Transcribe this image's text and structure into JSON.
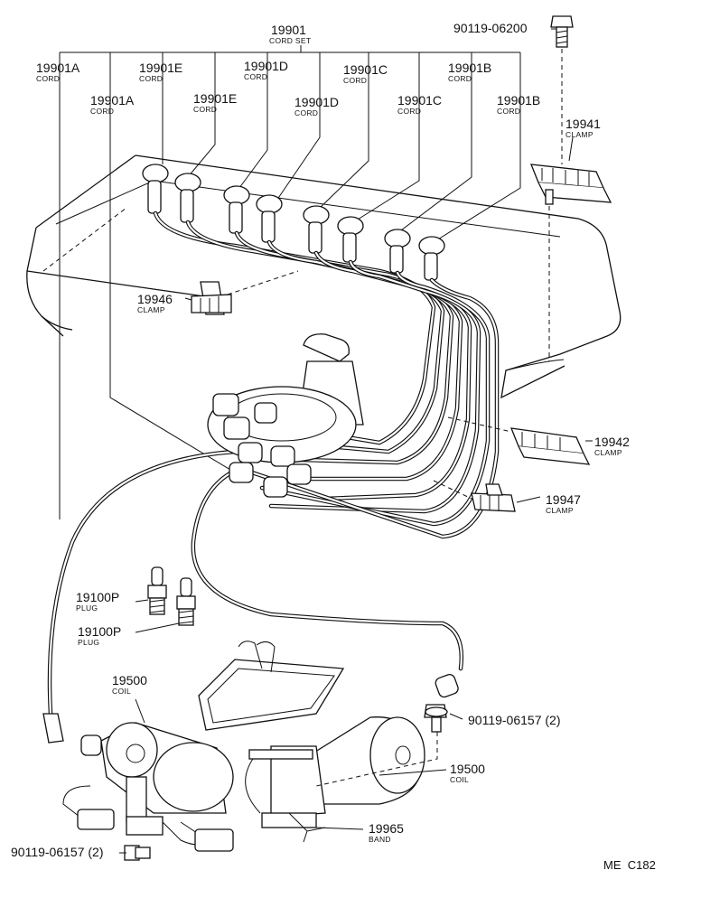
{
  "labels": {
    "cord_set": {
      "pn": "19901",
      "desc": "CORD SET"
    },
    "cord_a1": {
      "pn": "19901A",
      "desc": "CORD"
    },
    "cord_e1": {
      "pn": "19901E",
      "desc": "CORD"
    },
    "cord_d1": {
      "pn": "19901D",
      "desc": "CORD"
    },
    "cord_c1": {
      "pn": "19901C",
      "desc": "CORD"
    },
    "cord_b1": {
      "pn": "19901B",
      "desc": "CORD"
    },
    "cord_a2": {
      "pn": "19901A",
      "desc": "CORD"
    },
    "cord_e2": {
      "pn": "19901E",
      "desc": "CORD"
    },
    "cord_d2": {
      "pn": "19901D",
      "desc": "CORD"
    },
    "cord_c2": {
      "pn": "19901C",
      "desc": "CORD"
    },
    "cord_b2": {
      "pn": "19901B",
      "desc": "CORD"
    },
    "bolt_top": {
      "pn": "90119-06200"
    },
    "clamp_19941": {
      "pn": "19941",
      "desc": "CLAMP"
    },
    "clamp_19946": {
      "pn": "19946",
      "desc": "CLAMP"
    },
    "clamp_19942": {
      "pn": "19942",
      "desc": "CLAMP"
    },
    "clamp_19947": {
      "pn": "19947",
      "desc": "CLAMP"
    },
    "plug_1": {
      "pn": "19100P",
      "desc": "PLUG"
    },
    "plug_2": {
      "pn": "19100P",
      "desc": "PLUG"
    },
    "coil_1": {
      "pn": "19500",
      "desc": "COIL"
    },
    "coil_2": {
      "pn": "19500",
      "desc": "COIL"
    },
    "bolt_right": {
      "pn": "90119-06157 (2)"
    },
    "bolt_bottom": {
      "pn": "90119-06157 (2)"
    },
    "band": {
      "pn": "19965",
      "desc": "BAND"
    }
  },
  "diagram_code": "ME  C182"
}
